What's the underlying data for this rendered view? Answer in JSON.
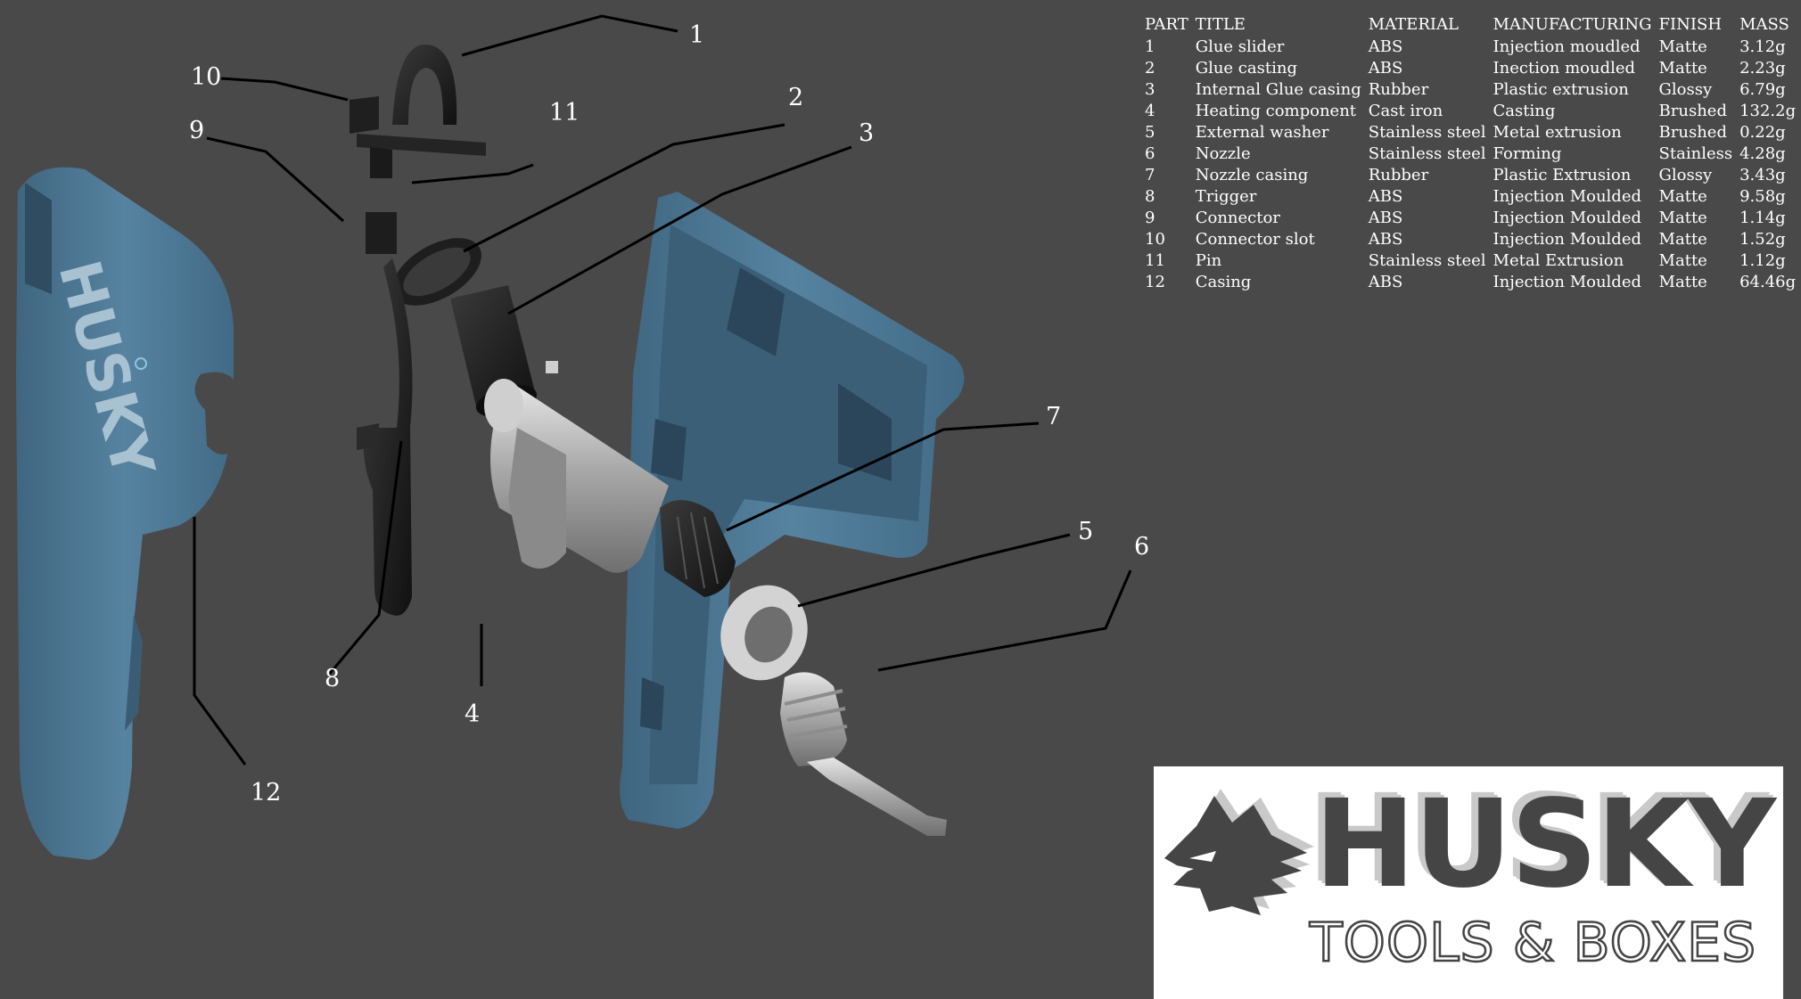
{
  "callouts": [
    "1",
    "2",
    "3",
    "4",
    "5",
    "6",
    "7",
    "8",
    "9",
    "10",
    "11",
    "12"
  ],
  "table": {
    "headers": [
      "PART",
      "TITLE",
      "MATERIAL",
      "MANUFACTURING",
      "FINISH",
      "MASS"
    ],
    "rows": [
      [
        "1",
        "Glue slider",
        "ABS",
        "Injection moudled",
        "Matte",
        "3.12g"
      ],
      [
        "2",
        "Glue casting",
        "ABS",
        "Inection moudled",
        "Matte",
        "2.23g"
      ],
      [
        "3",
        "Internal Glue casing",
        "Rubber",
        "Plastic extrusion",
        "Glossy",
        "6.79g"
      ],
      [
        "4",
        "Heating component",
        "Cast iron",
        "Casting",
        "Brushed",
        "132.2g"
      ],
      [
        "5",
        "External washer",
        "Stainless steel",
        "Metal extrusion",
        "Brushed",
        "0.22g"
      ],
      [
        "6",
        "Nozzle",
        "Stainless steel",
        "Forming",
        "Stainless",
        "4.28g"
      ],
      [
        "7",
        "Nozzle casing",
        "Rubber",
        "Plastic Extrusion",
        "Glossy",
        "3.43g"
      ],
      [
        "8",
        "Trigger",
        "ABS",
        "Injection Moulded",
        "Matte",
        "9.58g"
      ],
      [
        "9",
        "Connector",
        "ABS",
        "Injection Moulded",
        "Matte",
        "1.14g"
      ],
      [
        "10",
        "Connector slot",
        "ABS",
        "Injection Moulded",
        "Matte",
        "1.52g"
      ],
      [
        "11",
        "Pin",
        "Stainless steel",
        "Metal Extrusion",
        "Matte",
        "1.12g"
      ],
      [
        "12",
        "Casing",
        "ABS",
        "Injection Moulded",
        "Matte",
        "64.46g"
      ]
    ]
  },
  "casing_brand": "HUSKY",
  "logo": {
    "word": "HUSKY",
    "tagline": "TOOLS & BOXES"
  },
  "colors": {
    "background": "#4a494a",
    "casing_blue": "#4e7791",
    "metal": "#b9b9b9",
    "rubber": "#1c1c1c",
    "logo_text": "#454545"
  }
}
